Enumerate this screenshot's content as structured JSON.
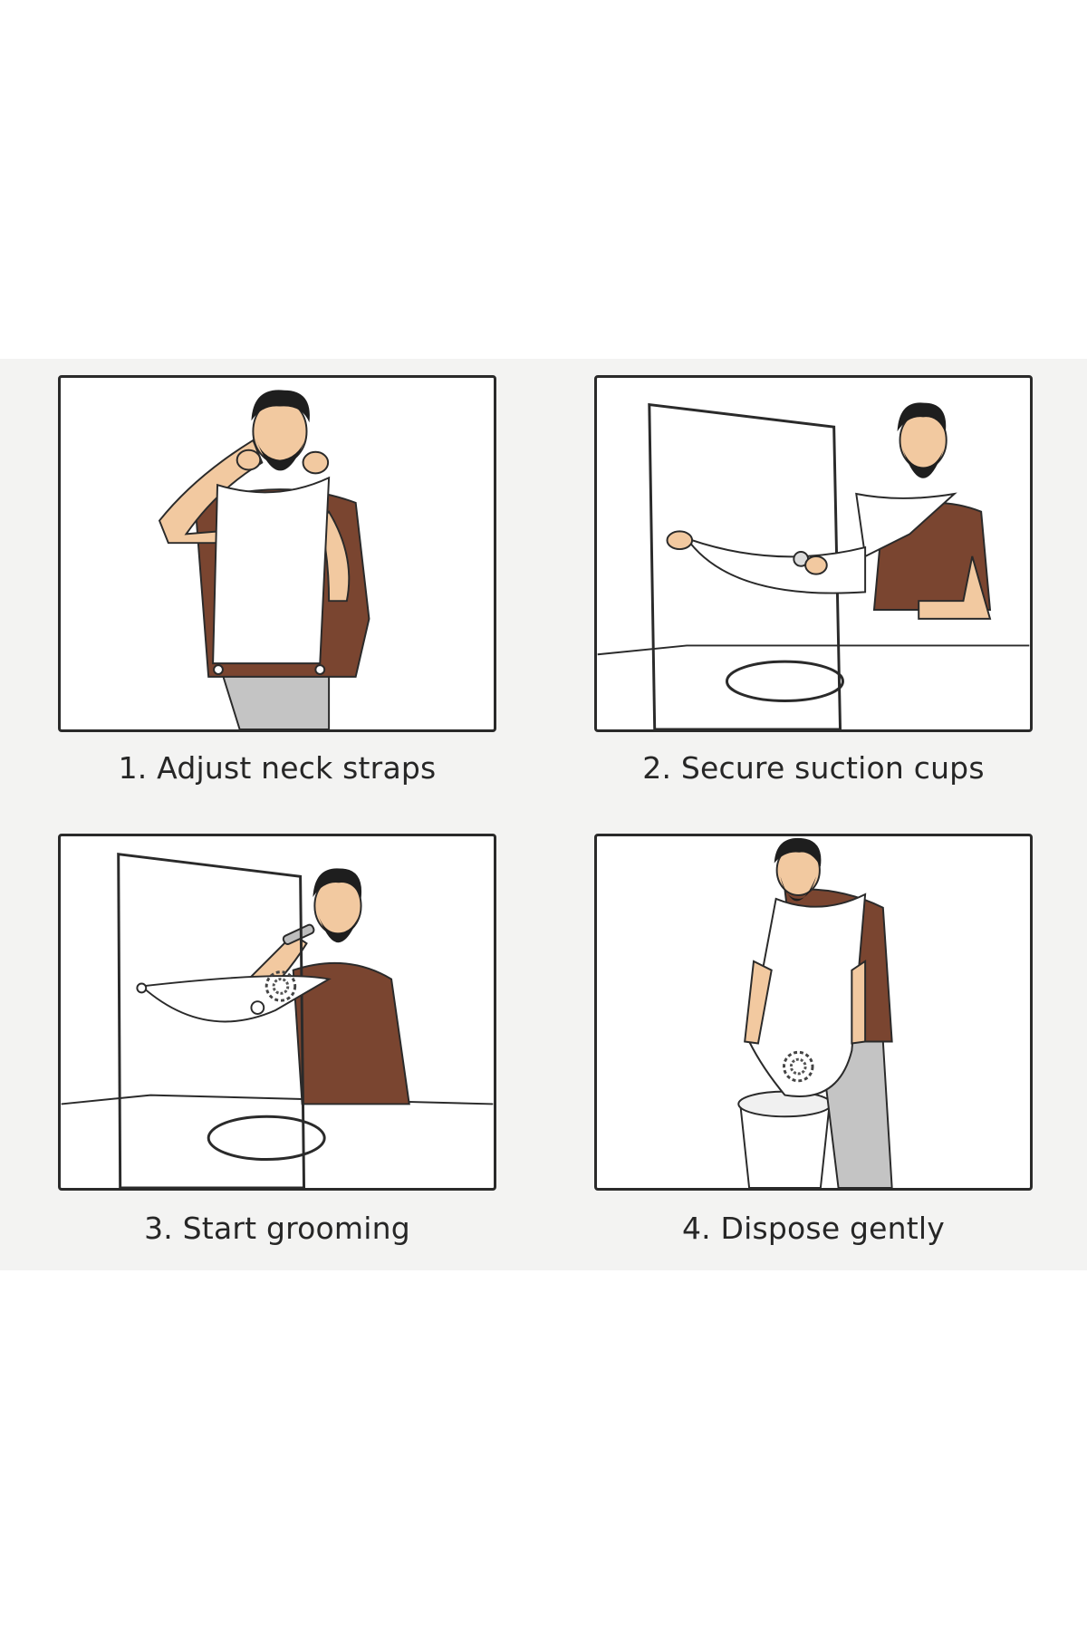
{
  "steps": [
    {
      "label": "1. Adjust neck straps",
      "illustration": "man-adjusting-neck-straps"
    },
    {
      "label": "2. Secure suction cups",
      "illustration": "man-attaching-suction-cups-to-mirror"
    },
    {
      "label": "3. Start grooming",
      "illustration": "man-trimming-beard-over-cape"
    },
    {
      "label": "4. Dispose gently",
      "illustration": "man-emptying-cape-into-bin"
    }
  ],
  "colors": {
    "shirt": "#7a4530",
    "skin": "#f2c9a0",
    "beard": "#1e1e1e",
    "pants": "#c4c4c4",
    "outline": "#2a2a2a",
    "background_band": "#f3f3f2"
  }
}
